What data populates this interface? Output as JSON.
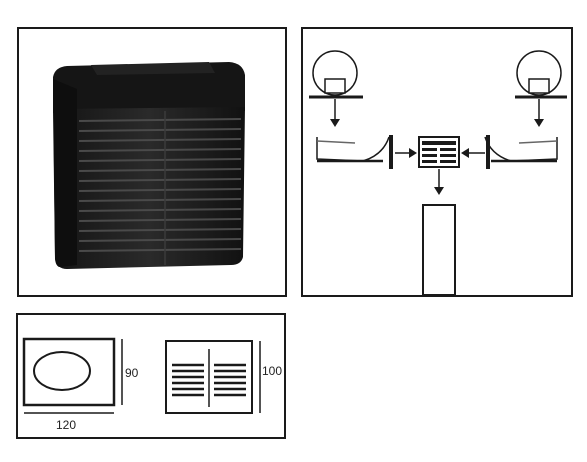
{
  "product_photo": {
    "icon": "black-ventilator-unit-icon"
  },
  "flow_diagram": {
    "icons": [
      "fan-rotor-icon",
      "flow-arrow-icon",
      "vent-unit-icon",
      "duct-outlet-icon"
    ]
  },
  "dimensions": {
    "front_view": {
      "width_label": "120",
      "height_label": "90"
    },
    "top_view": {
      "height_label": "100"
    }
  },
  "colors": {
    "unit_body": "#1c1c1c",
    "outline": "#1a1a1a"
  }
}
